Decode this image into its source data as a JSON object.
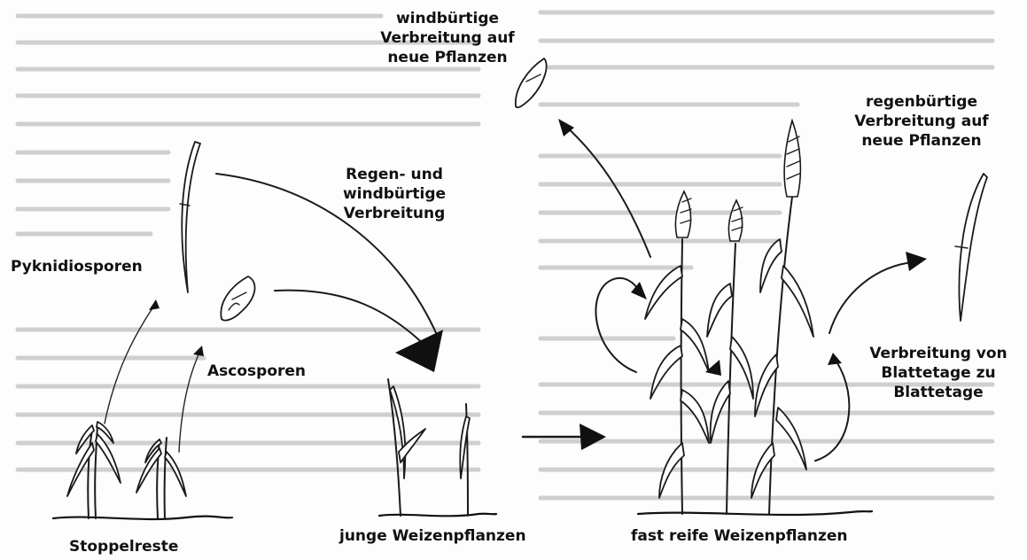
{
  "labels": {
    "stubble": "Stoppelreste",
    "pycnidiospores": "Pyknidiosporen",
    "ascospores": "Ascosporen",
    "rain_wind_spread": [
      "Regen- und",
      "windbürtige",
      "Verbreitung"
    ],
    "wind_spread_new_plants": [
      "windbürtige",
      "Verbreitung auf",
      "neue Pflanzen"
    ],
    "rain_spread_new_plants": [
      "regenbürtige",
      "Verbreitung auf",
      "neue Pflanzen"
    ],
    "leaf_to_leaf": [
      "Verbreitung von",
      "Blattetage zu",
      "Blattetage"
    ],
    "young_plants": "junge Weizenpflanzen",
    "mature_plants": "fast reife Weizenpflanzen"
  }
}
